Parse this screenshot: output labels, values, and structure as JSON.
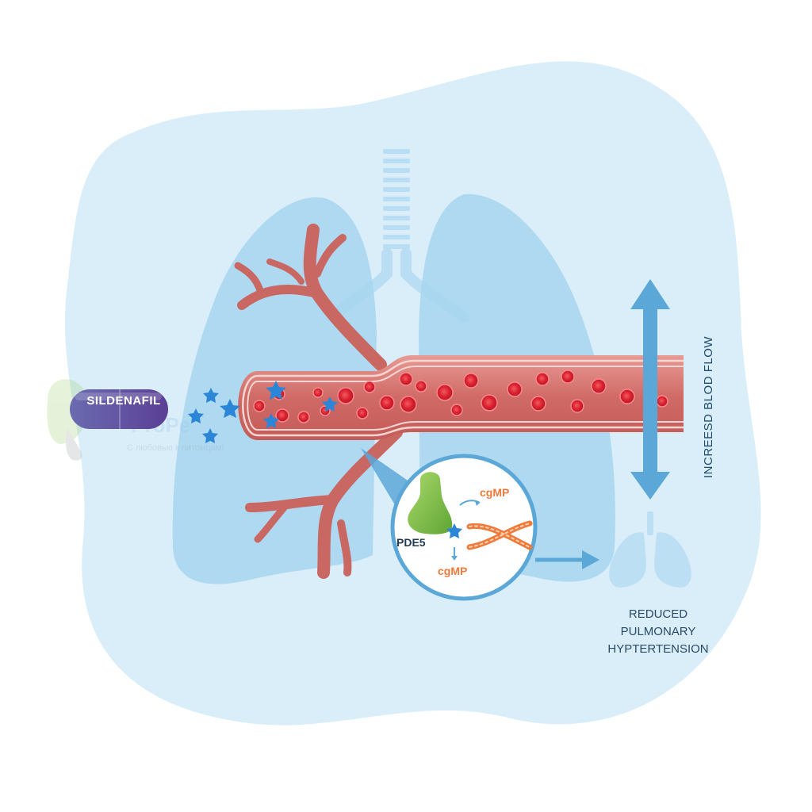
{
  "drug": {
    "name": "SILDENAFIL"
  },
  "mechanism": {
    "enzyme": "PDE5",
    "messenger_top": "cgMP",
    "messenger_bottom": "cgMP"
  },
  "effect": {
    "flow_label": "INCREESD BLOD FLOW"
  },
  "outcome": {
    "line1": "REDUCED",
    "line2": "PULMONARY",
    "line3": "HYPTERTENSION"
  },
  "colors": {
    "background_blob": "#d9eef9",
    "lung": "#a9d6f0",
    "vessel": "#d4716e",
    "blood_cell": "#e0303a",
    "arrow": "#5aa7d8",
    "pill_purple": "#6f5aa8",
    "enzyme_green": "#7cc04a",
    "messenger_orange": "#f07a3a",
    "molecule_star": "#2b86d8"
  }
}
